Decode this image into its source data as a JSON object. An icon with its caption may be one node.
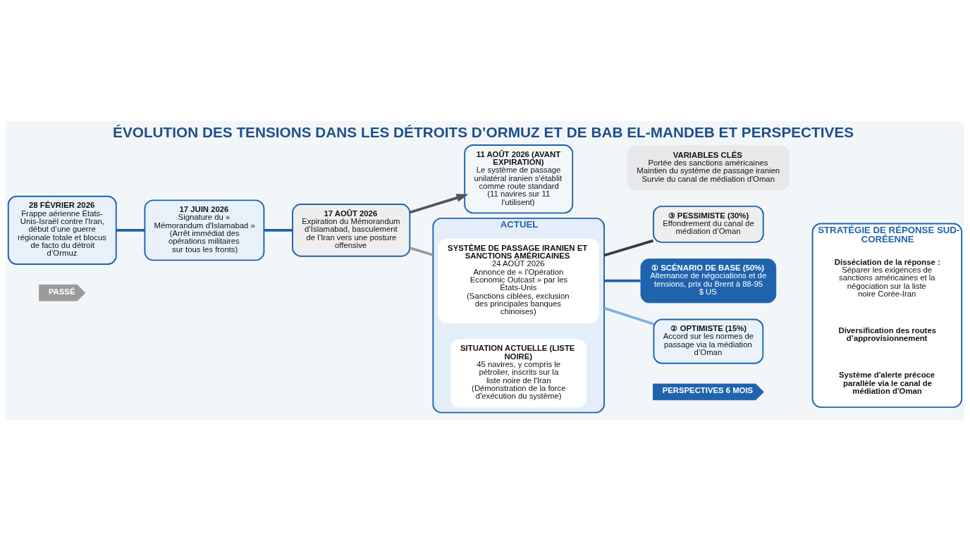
{
  "diagram": {
    "title": "ÉVOLUTION DES TENSIONS DANS LES DÉTROITS D’ORMUZ ET DE BAB EL-MANDEB ET PERSPECTIVES",
    "nodes": [
      {
        "text": [
          "PASSÉ"
        ]
      },
      {
        "text": [
          "28 FÉVRIER 2026",
          "Frappe aérienne États-Unis-Israël contre l'Iran, début d’une guerre régionale totale et blocus de facto du détroit d’Ormuz"
        ]
      },
      {
        "text": [
          "17 JUIN 2026",
          "Signature du « Mémorandum d'Islamabad »",
          "(Arrêt immédiat des opérations militaires sur tous les fronts)"
        ]
      },
      {
        "text": [
          "17 AOÛT 2026",
          "Expiration du Mémorandum d’Islamabad, basculement de l’Iran vers une posture offensive"
        ]
      },
      {
        "text": [
          "11 AOÛT 2026 (AVANT EXPIRATION)",
          "Le système de passage unilatéral iranien s’établit comme route standard",
          "(11 navires sur 11 l'utilisent)"
        ]
      },
      {
        "text": [
          "ACTUEL"
        ]
      },
      {
        "text": [
          "SYSTÈME DE PASSAGE IRANIEN ET SANCTIONS AMÉRICAINES",
          "24 AOÛT 2026",
          "Annonce de « l’Opération Economic Outcast » par les États-Unis",
          "(Sanctions ciblées, exclusion des principales banques chinoises)"
        ],
        "in": 5
      },
      {
        "text": [
          "SITUATION ACTUELLE (LISTE NOIRE)",
          "45 navires, y compris le pétrolier, inscrits sur la liste noire de l'Iran",
          "(Démonstration de la force d'exécution du système)"
        ],
        "in": 5
      },
      {
        "text": [
          "PERSPECTIVES 6 MOIS"
        ]
      },
      {
        "text": [
          "② OPTIMISTE (15%)",
          "Accord sur les normes de passage via la médiation d’Oman"
        ]
      },
      {
        "text": [
          "① SCÉNARIO DE BASE (50%)",
          "Alternance de négociations et de tensions, prix du Brent à 88-95 $ US"
        ]
      },
      {
        "text": [
          "③ PESSIMISTE (30%)",
          "Effondrement du canal de médiation d’Oman"
        ]
      },
      {
        "text": [
          "VARIABLES CLÉS",
          "Portée des sanctions américaines",
          "Maintien du système de passage iranien",
          "Survie du canal de médiation d'Oman"
        ]
      },
      {
        "text": [
          "STRATÉGIE DE RÉPONSE SUD-CORÉENNE"
        ]
      },
      {
        "text": [
          "Disséciation de la réponse :",
          "Séparer les exigences de sanctions américaines et la négociation sur la liste noire Corée-Iran"
        ],
        "in": 13
      },
      {
        "text": [
          "Diversification des routes d’approvisionnement"
        ],
        "in": 13
      },
      {
        "text": [
          "Système d'alerte précoce parallèle via le canal de médiation d'Oman"
        ],
        "in": 13
      }
    ],
    "edges": [
      {
        "from": 1,
        "to": 2,
        "arrow": "none"
      },
      {
        "from": 2,
        "to": 3,
        "arrow": "none"
      },
      {
        "from": 3,
        "to": 5,
        "arrow": "none",
        "color": "#9a9a9a"
      },
      {
        "from": 3,
        "to": 4,
        "arrow": "to",
        "color": "#555555"
      },
      {
        "from": 5,
        "to": 9,
        "arrow": "none",
        "color": "#7fb3e0"
      },
      {
        "from": 5,
        "to": 10,
        "arrow": "none"
      },
      {
        "from": 5,
        "to": 11,
        "arrow": "none",
        "color": "#3c3c3c"
      }
    ]
  }
}
